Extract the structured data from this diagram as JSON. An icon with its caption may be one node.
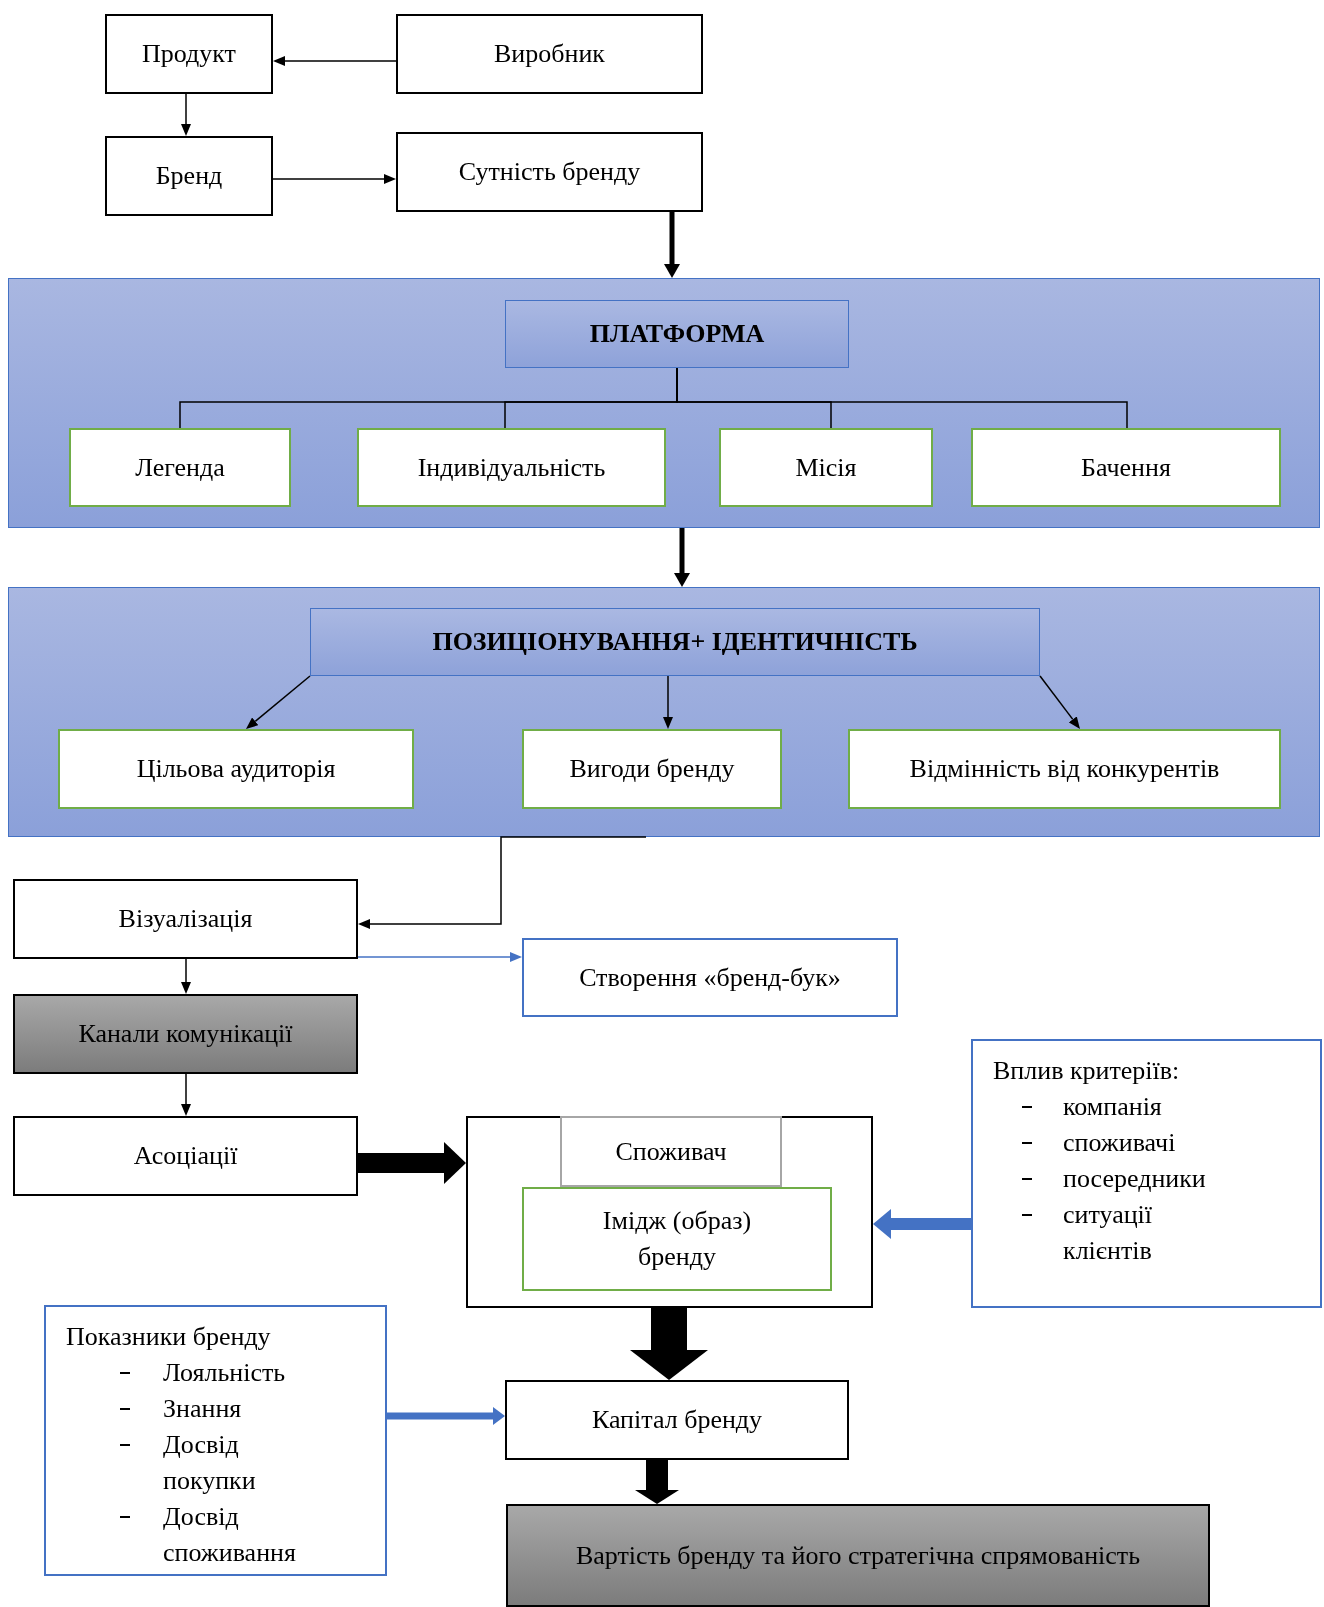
{
  "diagram": {
    "nodes": [
      {
        "text": [
          "Продукт"
        ]
      },
      {
        "text": [
          "Виробник"
        ]
      },
      {
        "text": [
          "Бренд"
        ]
      },
      {
        "text": [
          "Сутність бренду"
        ]
      },
      {
        "text": [],
        "shape": "box"
      },
      {
        "text": [
          "ПЛАТФОРМА"
        ],
        "in": 4
      },
      {
        "text": [
          "Легенда"
        ],
        "in": 4
      },
      {
        "text": [
          "Індивідуальність"
        ],
        "in": 4
      },
      {
        "text": [
          "Місія"
        ],
        "in": 4
      },
      {
        "text": [
          "Бачення"
        ],
        "in": 4
      },
      {
        "text": [],
        "shape": "box"
      },
      {
        "text": [
          "ПОЗИЦІОНУВАННЯ+ ІДЕНТИЧНІСТЬ"
        ],
        "in": 10
      },
      {
        "text": [
          "Цільова аудиторія"
        ],
        "in": 10
      },
      {
        "text": [
          "Вигоди бренду"
        ],
        "in": 10
      },
      {
        "text": [
          "Відмінність від конкурентів"
        ],
        "in": 10
      },
      {
        "text": [
          "Візуалізація"
        ]
      },
      {
        "text": [
          "Створення «бренд-бук»"
        ]
      },
      {
        "text": [
          "Канали комунікації"
        ]
      },
      {
        "text": [
          "Асоціації"
        ]
      },
      {
        "text": [],
        "shape": "box"
      },
      {
        "text": [
          "Споживач"
        ],
        "in": 19
      },
      {
        "text": [
          "Імідж (образ) бренду"
        ],
        "in": 19
      },
      {
        "text": [
          "Вплив критеріїв:",
          "компанія",
          "споживачі",
          "посередники",
          "ситуації клієнтів"
        ]
      },
      {
        "text": [
          "Показники бренду",
          "Лояльність",
          "Знання",
          "Досвід покупки",
          "Досвід споживання"
        ]
      },
      {
        "text": [
          "Капітал бренду"
        ]
      },
      {
        "text": [
          "Вартість бренду та його стратегічна спрямованість"
        ]
      }
    ],
    "edges": [
      {
        "from": 1,
        "to": 0,
        "arrow": "to"
      },
      {
        "from": 0,
        "to": 2,
        "arrow": "to"
      },
      {
        "from": 2,
        "to": 3,
        "arrow": "to"
      },
      {
        "from": 3,
        "to": 4,
        "arrow": "to",
        "style": "thick"
      },
      {
        "from": 5,
        "to": 6,
        "arrow": "none"
      },
      {
        "from": 5,
        "to": 7,
        "arrow": "none"
      },
      {
        "from": 5,
        "to": 8,
        "arrow": "none"
      },
      {
        "from": 5,
        "to": 9,
        "arrow": "none"
      },
      {
        "from": 4,
        "to": 10,
        "arrow": "to",
        "style": "thick"
      },
      {
        "from": 11,
        "to": 12,
        "arrow": "to"
      },
      {
        "from": 11,
        "to": 13,
        "arrow": "to"
      },
      {
        "from": 11,
        "to": 14,
        "arrow": "to"
      },
      {
        "from": 10,
        "to": 15,
        "arrow": "to"
      },
      {
        "from": 15,
        "to": 16,
        "arrow": "to",
        "color": "#4472c4"
      },
      {
        "from": 15,
        "to": 17,
        "arrow": "to"
      },
      {
        "from": 17,
        "to": 18,
        "arrow": "to"
      },
      {
        "from": 18,
        "to": 19,
        "arrow": "to",
        "style": "thick"
      },
      {
        "from": 22,
        "to": 19,
        "arrow": "to",
        "style": "thick",
        "color": "#4472c4"
      },
      {
        "from": 19,
        "to": 24,
        "arrow": "to",
        "style": "thick"
      },
      {
        "from": 23,
        "to": 24,
        "arrow": "to",
        "style": "thick",
        "color": "#4472c4"
      },
      {
        "from": 24,
        "to": 25,
        "arrow": "to",
        "style": "thick"
      }
    ]
  }
}
